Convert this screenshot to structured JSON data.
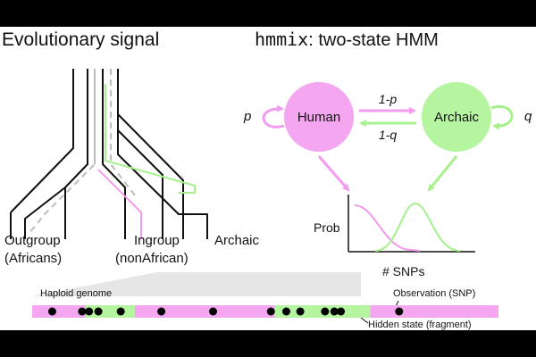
{
  "titles": {
    "left": "Evolutionary signal",
    "right_code": "hmmix",
    "right_rest": ": two-state HMM"
  },
  "tree": {
    "outgroup_line1": "Outgroup",
    "outgroup_line2": "(Africans)",
    "ingroup_line1": "Ingroup",
    "ingroup_line2": "(nonAfrican)",
    "archaic": "Archaic"
  },
  "hmm": {
    "state_human": "Human",
    "state_archaic": "Archaic",
    "self_human": "p",
    "self_archaic": "q",
    "trans_forward": "1-p",
    "trans_back": "1-q",
    "ylabel": "Prob",
    "xlabel": "# SNPs"
  },
  "genome": {
    "label": "Haploid genome",
    "obs_label": "Observation (SNP)",
    "hidden_label": "Hidden state (fragment)",
    "segments": [
      {
        "state": "human",
        "start": 0.0,
        "end": 0.115
      },
      {
        "state": "archaic",
        "start": 0.115,
        "end": 0.22
      },
      {
        "state": "human",
        "start": 0.22,
        "end": 0.52
      },
      {
        "state": "archaic",
        "start": 0.52,
        "end": 0.725
      },
      {
        "state": "human",
        "start": 0.725,
        "end": 1.0
      }
    ],
    "snps": [
      0.043,
      0.107,
      0.122,
      0.142,
      0.19,
      0.277,
      0.388,
      0.512,
      0.545,
      0.575,
      0.628,
      0.648,
      0.662,
      0.787
    ]
  },
  "colors": {
    "human": "#f5a6f0",
    "archaic": "#b6f5a0",
    "human_stroke": "#f29bef",
    "archaic_stroke": "#a6f08e"
  }
}
